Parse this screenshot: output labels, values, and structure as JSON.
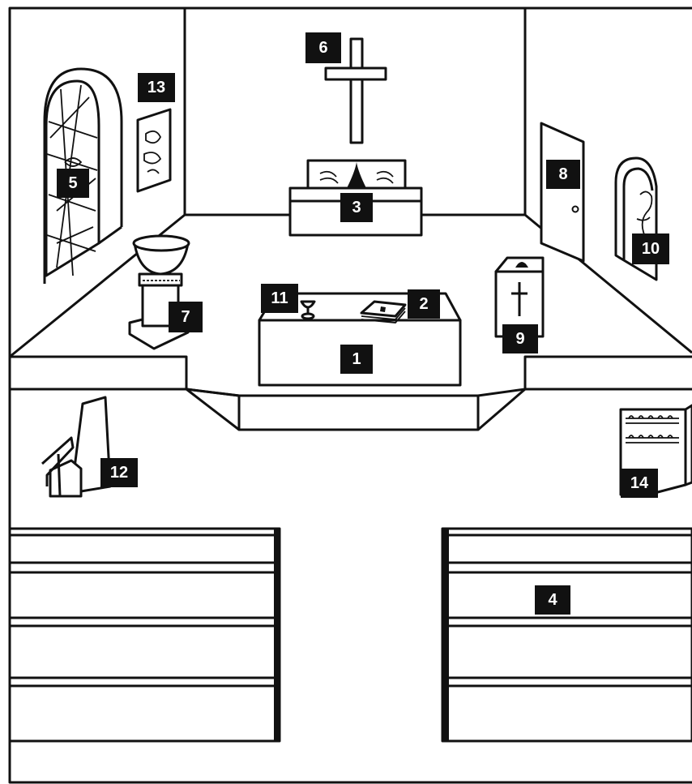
{
  "labels": {
    "altar": "1",
    "book": "2",
    "tabernacle": "3",
    "pews": "4",
    "stained_glass_window": "5",
    "cross": "6",
    "baptismal_font": "7",
    "door": "8",
    "ambry": "9",
    "statue_niche": "10",
    "chalice": "11",
    "kneeler": "12",
    "wall_picture": "13",
    "candle_stand": "14"
  }
}
